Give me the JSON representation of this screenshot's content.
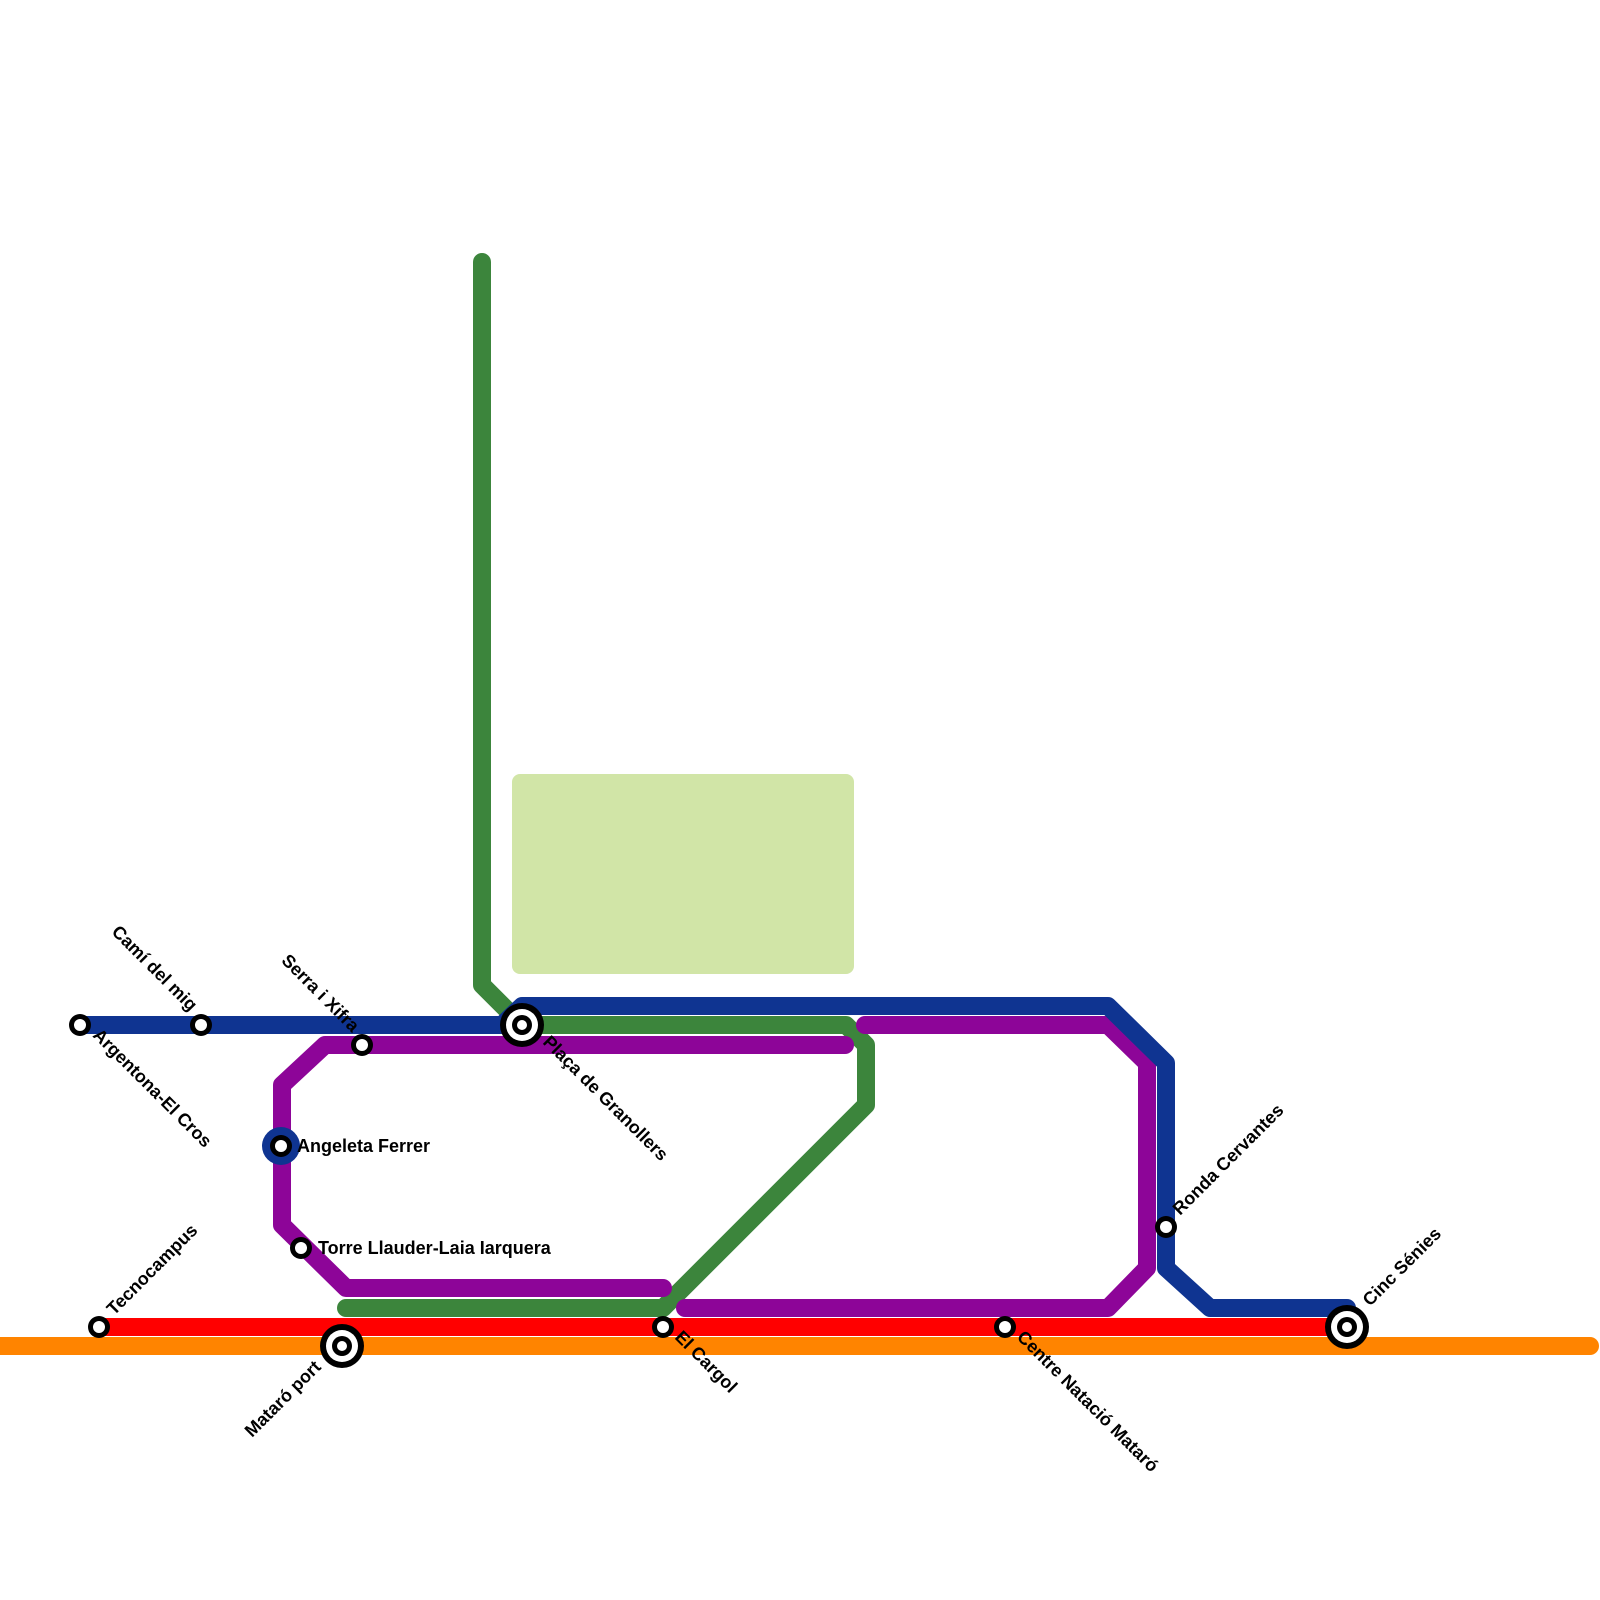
{
  "colors": {
    "line_red": "#ff0000",
    "line_orange": "#ff8400",
    "line_blue": "#0f3491",
    "line_purple": "#8d0598",
    "line_green": "#3c853c",
    "park": "#d1e5a7",
    "background": "#ffffff"
  },
  "stations": {
    "argentona": "Argentona-El Cros",
    "cami_del_mig": "Camí del mig",
    "serra_i_xifra": "Serra i Xifra",
    "placa_de_granollers": "Plaça de Granollers",
    "angeleta_ferrer": "Angeleta Ferrer",
    "torre_llauder": "Torre Llauder-Laia Iarquera",
    "tecnocampus": "Tecnocampus",
    "mataro_port": "Mataró port",
    "el_cargol": "El Cargol",
    "centre_natacio": "Centre Natació Mataró",
    "ronda_cervantes": "Ronda Cervantes",
    "cinc_senies": "Cinc Sénies"
  }
}
